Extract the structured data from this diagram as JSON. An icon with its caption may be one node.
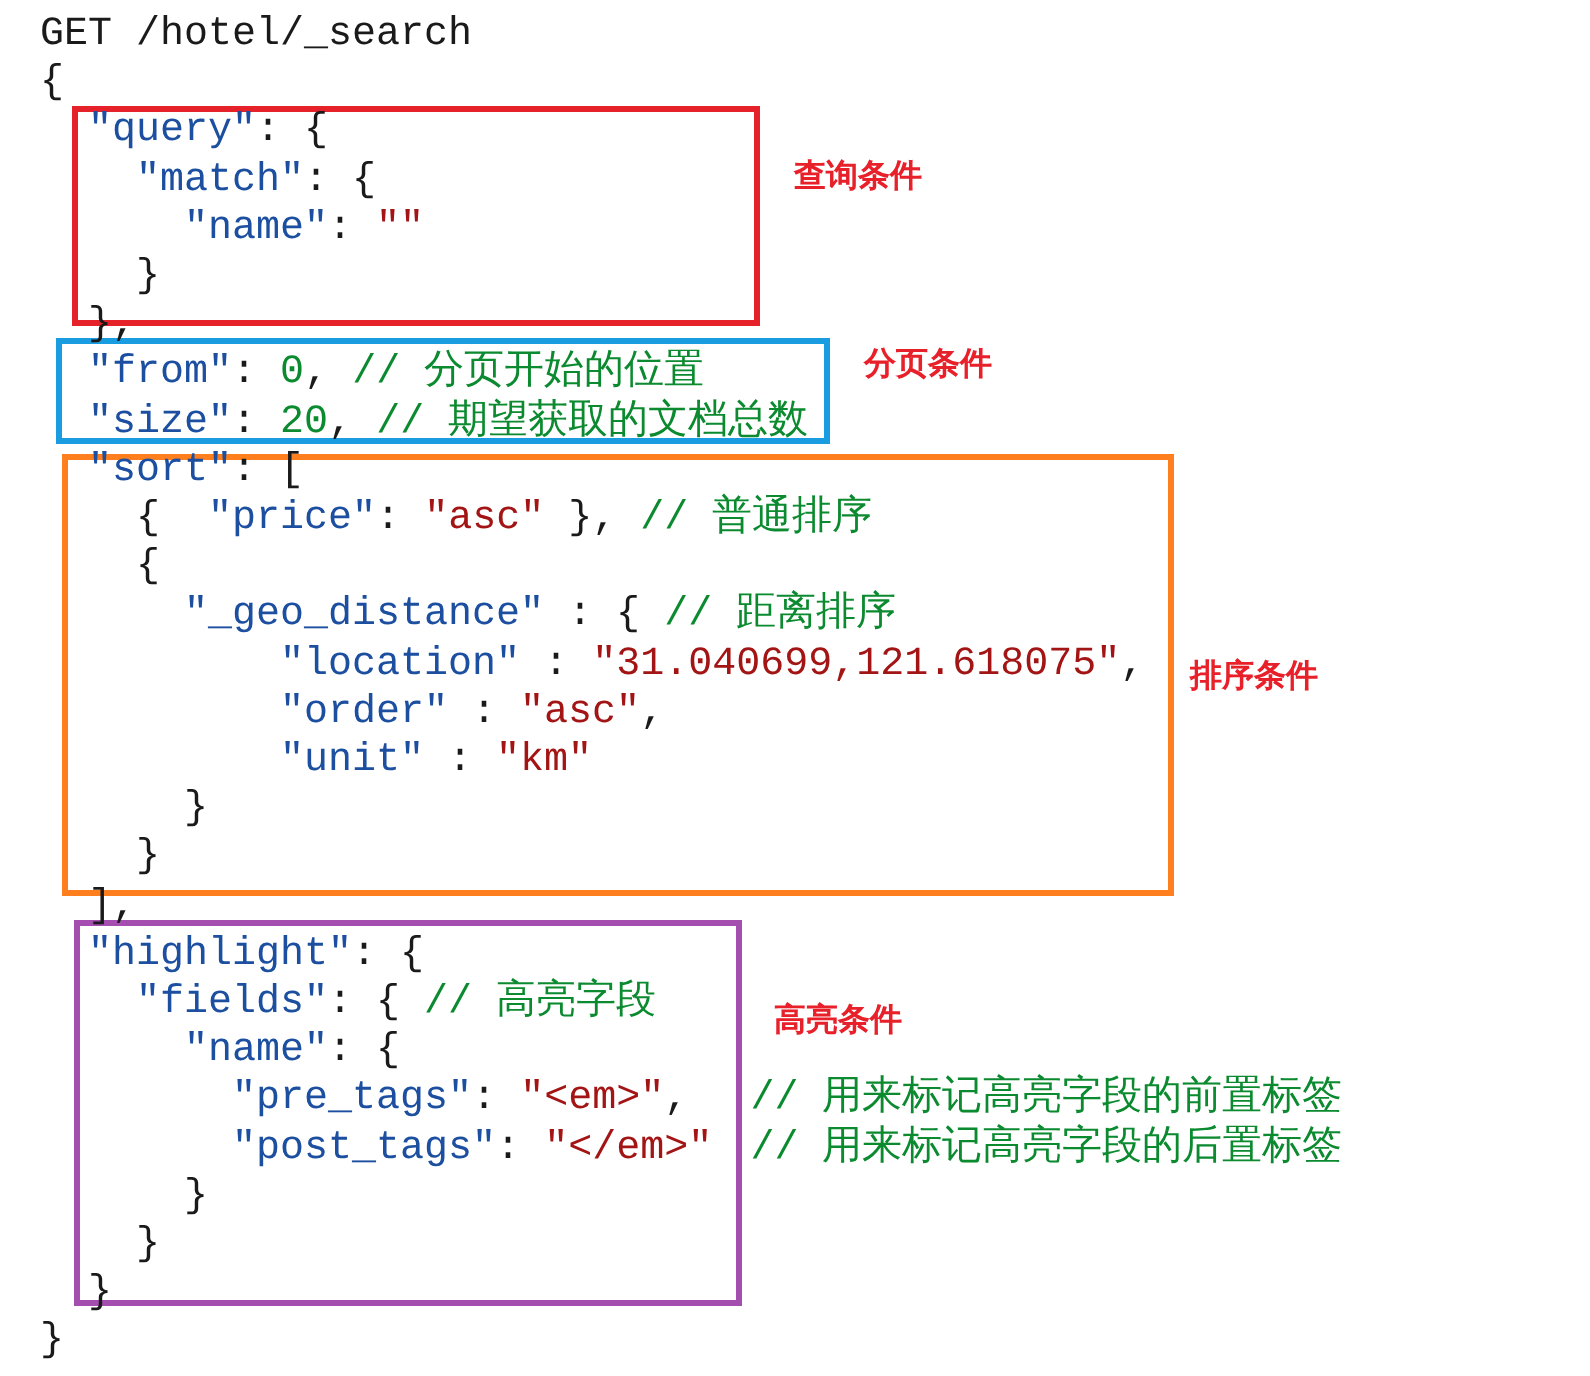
{
  "diagram": {
    "nodes": [
      {
        "text": [
          "\"query\": {",
          "\"match\": {",
          "\"name\": \"\"",
          "}"
        ],
        "beside": [
          "查询条件"
        ]
      },
      {
        "text": [
          "\"from\": 0, // 分页开始的位置",
          "\"size\": 20, // 期望获取的文档总数"
        ],
        "beside": [
          "分页条件"
        ]
      },
      {
        "text": [
          "\"sort\": [",
          "{  \"price\": \"asc\" }, // 普通排序",
          "{",
          "\"_geo_distance\" : { // 距离排序",
          "\"location\" : \"31.040699,121.618075\",",
          "\"order\" : \"asc\",",
          "\"unit\" : \"km\"",
          "}",
          "}"
        ],
        "beside": [
          "排序条件"
        ]
      },
      {
        "text": [
          "\"highlight\": {",
          "\"fields\": { // 高亮字段",
          "\"name\": {",
          "\"pre_tags\": \"<em>\",",
          "\"post_tags\": \"</em>\"",
          "}",
          "}",
          "}"
        ],
        "beside": [
          "高亮条件"
        ]
      }
    ],
    "labels": [
      "GET /hotel/_search",
      "{",
      "},",
      "],",
      "// 用来标记高亮字段的前置标签",
      "// 用来标记高亮字段的后置标签",
      "}"
    ]
  }
}
